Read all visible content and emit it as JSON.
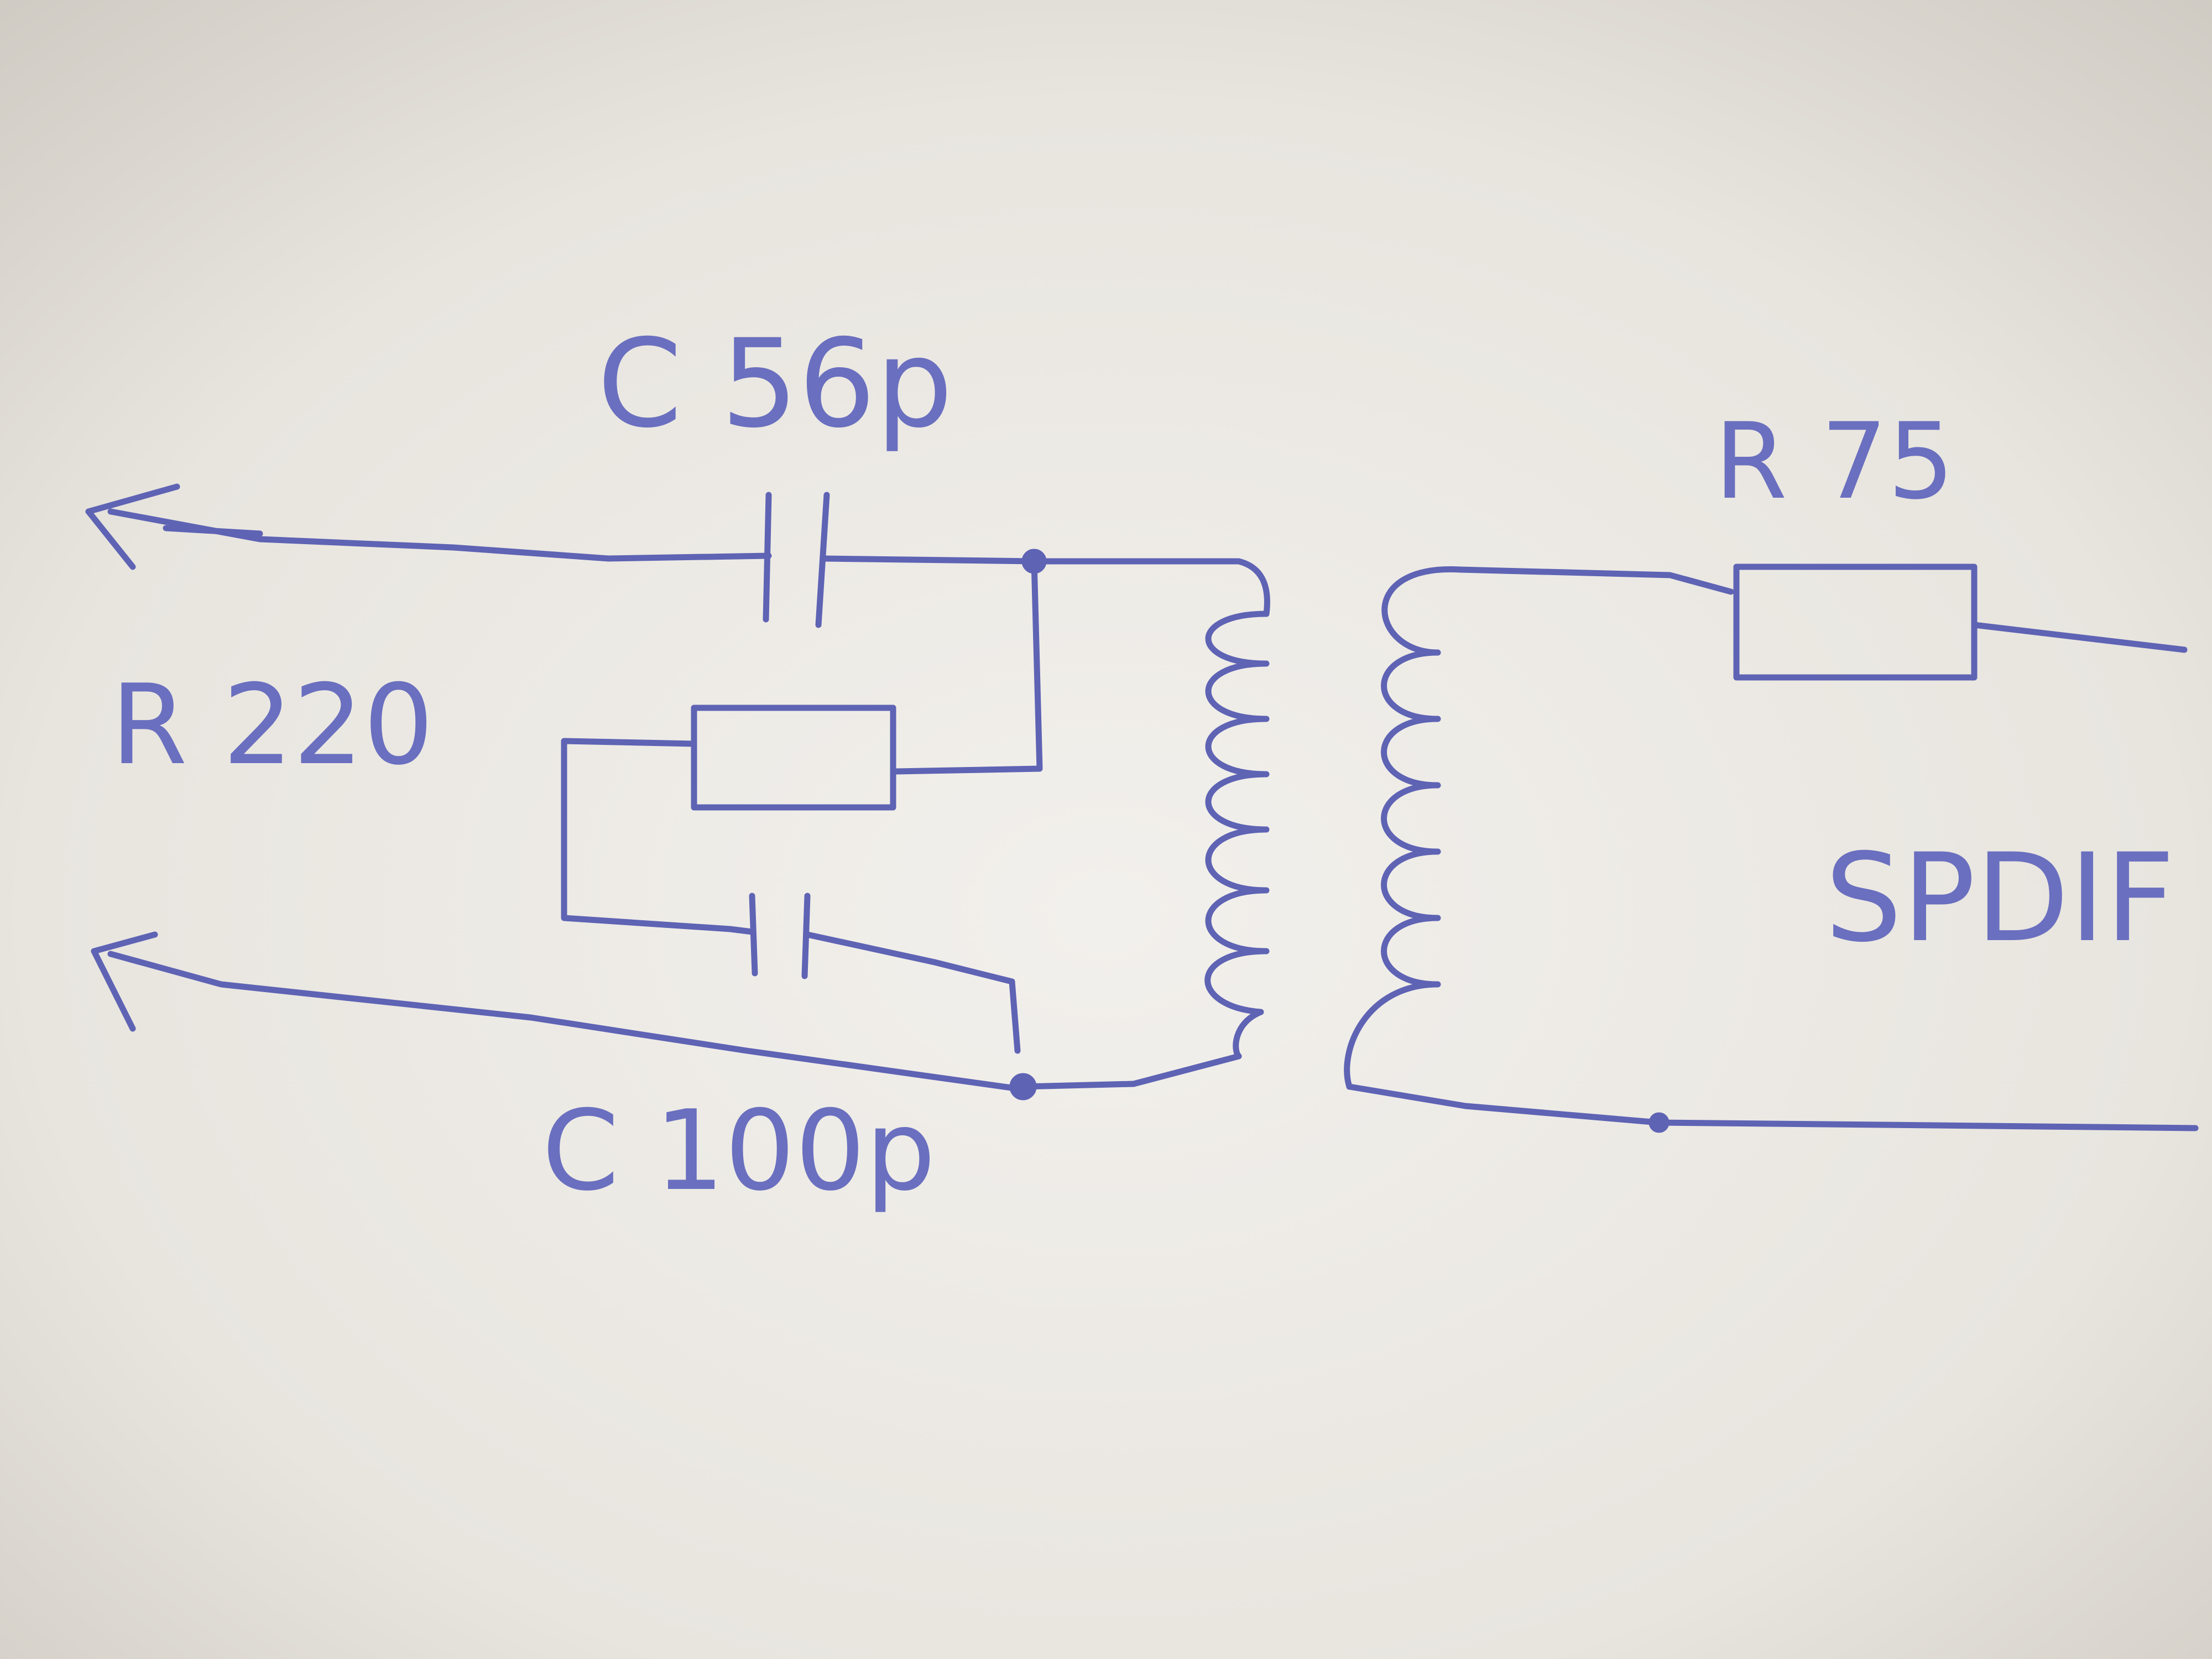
{
  "diagram": {
    "labels": {
      "c_top": "C 56p",
      "r_left": "R 220",
      "c_bottom": "C 100p",
      "r_right": "R 75",
      "spdif": "SPDIF"
    },
    "colors": {
      "paper": "#ece9e4",
      "ink": "#5e63b4"
    },
    "components": [
      {
        "id": "capacitor-top",
        "type": "capacitor",
        "label": "C 56p"
      },
      {
        "id": "resistor-left",
        "type": "resistor",
        "label": "R 220"
      },
      {
        "id": "capacitor-bottom",
        "type": "capacitor",
        "label": "C 100p"
      },
      {
        "id": "transformer",
        "type": "transformer"
      },
      {
        "id": "resistor-right",
        "type": "resistor",
        "label": "R 75"
      }
    ]
  }
}
